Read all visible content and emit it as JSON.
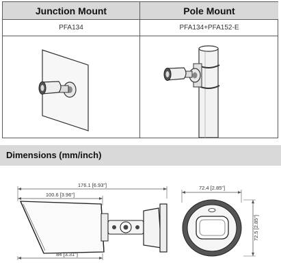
{
  "mount_table": {
    "columns": [
      {
        "header": "Junction Mount",
        "model": "PFA134"
      },
      {
        "header": "Pole Mount",
        "model": "PFA134+PFA152-E"
      }
    ]
  },
  "dimensions": {
    "title": "Dimensions (mm/inch)",
    "overall_length": "176.1 [6.93\"]",
    "body_length": "100.6 [3.96\"]",
    "base_length": "84 [3.31\"]",
    "front_width": "72.4 [2.85\"]",
    "front_height": "72.5 [2.85\"]"
  }
}
